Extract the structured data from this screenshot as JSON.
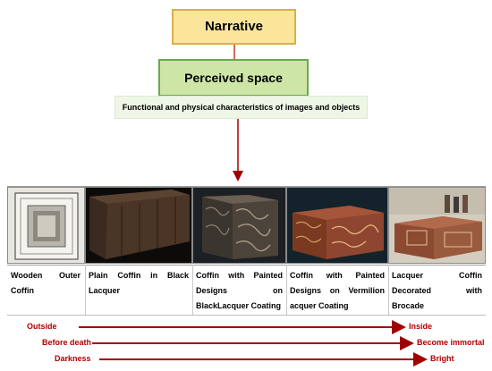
{
  "boxes": {
    "narrative": "Narrative",
    "perceived_space": "Perceived space",
    "functional": "Functional and physical characteristics of images and objects"
  },
  "coffins": [
    {
      "label": "Wooden Outer Coffin",
      "image": "monochrome-sketch-of-outer-coffin"
    },
    {
      "label": "Plain Coffin in Black Lacquer",
      "image": "dark-wooden-coffin-photo"
    },
    {
      "label": "Coffin with Painted Designs on BlackLacquer Coating",
      "image": "carved-black-lacquer-coffin-photo"
    },
    {
      "label": "Coffin with Painted Designs on Vermilion acquer Coating",
      "image": "red-painted-coffin-photo"
    },
    {
      "label": "Lacquer Coffin Decorated with Brocade",
      "image": "museum-display-coffin-photo"
    }
  ],
  "axes": [
    {
      "from": "Outside",
      "to": "Inside"
    },
    {
      "from": "Before death",
      "to": "Become immortal"
    },
    {
      "from": "Darkness",
      "to": "Bright"
    }
  ],
  "colors": {
    "narrative_fill": "#fbe59b",
    "perceived_fill": "#cde6a6",
    "functional_fill": "#eef6e6",
    "arrow": "#a00000"
  }
}
